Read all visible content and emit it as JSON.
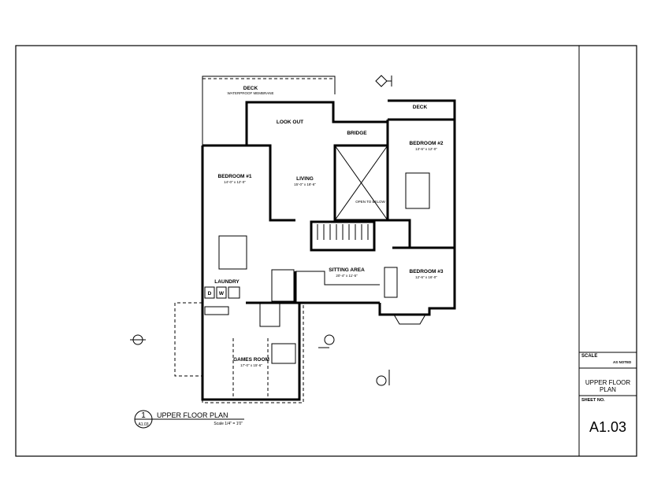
{
  "rooms": {
    "deck_main": {
      "name": "DECK",
      "note": "WATERPROOF MEMBRANE"
    },
    "lookout": {
      "name": "LOOK OUT"
    },
    "bridge": {
      "name": "BRIDGE"
    },
    "deck_2": {
      "name": "DECK"
    },
    "bedroom2": {
      "name": "BEDROOM #2",
      "size": "13'-6\" x 12'-0\""
    },
    "bedroom1": {
      "name": "BEDROOM #1",
      "size": "14'-0\" x 12'-0\""
    },
    "living": {
      "name": "LIVING",
      "size": "15'-0\" x 18'-6\""
    },
    "open_below": {
      "name": "OPEN TO BELOW"
    },
    "sitting": {
      "name": "SITTING AREA",
      "size": "20'-4\" x 11'-5\""
    },
    "bedroom3": {
      "name": "BEDROOM #3",
      "size": "12'-6\" x 16'-0\""
    },
    "laundry": {
      "name": "LAUNDRY",
      "dryer": "D",
      "washer": "W"
    },
    "games": {
      "name": "GAMES ROOM",
      "size": "17'-0\" x 15'-6\""
    }
  },
  "drawing_title": {
    "number": "1",
    "sheet_ref": "A1.03",
    "title": "UPPER FLOOR PLAN",
    "scale": "Scale 1/4\" = 1'0\""
  },
  "title_block": {
    "scale_label": "SCALE",
    "scale_value": "AS NOTED",
    "sheet_title": "UPPER FLOOR PLAN",
    "sheet_no_label": "SHEET NO.",
    "sheet_no": "A1.03"
  }
}
